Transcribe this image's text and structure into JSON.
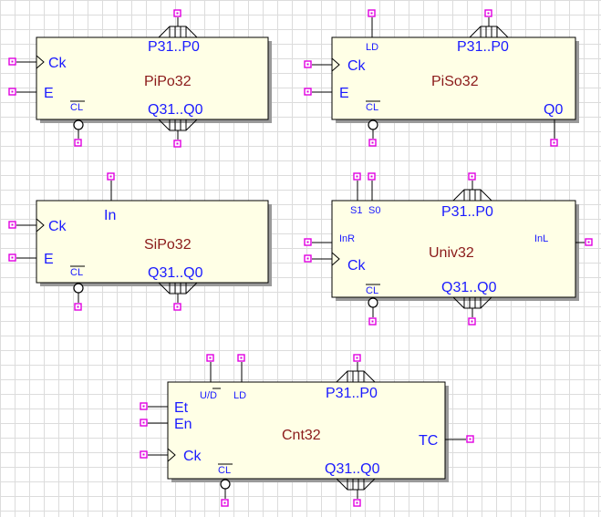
{
  "blocks": [
    {
      "id": "pipo32",
      "name": "PiPo32",
      "labels": {
        "ck": "Ck",
        "e": "E",
        "cl": "CL",
        "in_bus": "P31..P0",
        "out_bus": "Q31..Q0"
      }
    },
    {
      "id": "piso32",
      "name": "PiSo32",
      "labels": {
        "ld": "LD",
        "ck": "Ck",
        "e": "E",
        "cl": "CL",
        "in_bus": "P31..P0",
        "out": "Q0"
      }
    },
    {
      "id": "sipo32",
      "name": "SiPo32",
      "labels": {
        "in": "In",
        "ck": "Ck",
        "e": "E",
        "cl": "CL",
        "out_bus": "Q31..Q0"
      }
    },
    {
      "id": "univ32",
      "name": "Univ32",
      "labels": {
        "s1": "S1",
        "s0": "S0",
        "in_bus": "P31..P0",
        "inr": "InR",
        "inl": "InL",
        "ck": "Ck",
        "cl": "CL",
        "out_bus": "Q31..Q0"
      }
    },
    {
      "id": "cnt32",
      "name": "Cnt32",
      "labels": {
        "ud": "U/D",
        "ld": "LD",
        "in_bus": "P31..P0",
        "et": "Et",
        "en": "En",
        "ck": "Ck",
        "cl": "CL",
        "tc": "TC",
        "out_bus": "Q31..Q0"
      }
    }
  ],
  "colors": {
    "pin": "#e000e0",
    "label": "#1a1aff",
    "name": "#8b1a1a",
    "body": "#ffffe6",
    "grid": "#dcdcdc"
  }
}
